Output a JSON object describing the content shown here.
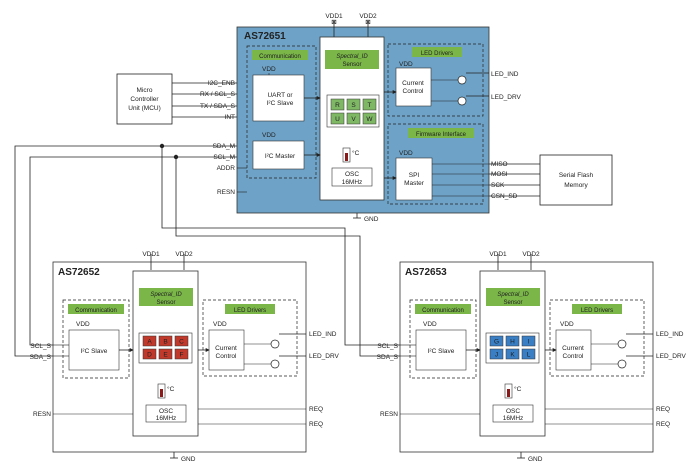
{
  "chips": {
    "master": {
      "title": "AS72651",
      "vdd1": "VDD1",
      "vdd2": "VDD2",
      "gnd": "GND",
      "communication_label": "Communication",
      "uart_vdd": "VDD",
      "uart_line1": "UART or",
      "uart_line2": "I²C Slave",
      "i2c_master_vdd": "VDD",
      "i2c_master_label": "I²C Master",
      "sensor_line1": "Spectral_ID",
      "sensor_line2": "Sensor",
      "channels": [
        "R",
        "S",
        "T",
        "U",
        "V",
        "W"
      ],
      "temp_label": "°C",
      "osc_line1": "OSC",
      "osc_line2": "16MHz",
      "led_drivers_label": "LED Drivers",
      "led_vdd": "VDD",
      "current_line1": "Current",
      "current_line2": "Control",
      "led_ind": "LED_IND",
      "led_drv": "LED_DRV",
      "firmware_label": "Firmware Interface",
      "spi_vdd": "VDD",
      "spi_line1": "SPI",
      "spi_line2": "Master",
      "left_pins": [
        "I2C_ENB",
        "RX / SCL_S",
        "TX / SDA_S",
        "INT",
        "SDA_M",
        "SCL_M",
        "ADDR",
        "RESN"
      ],
      "right_pins": [
        "MISO",
        "MOSI",
        "SCK",
        "CSN_SD"
      ]
    },
    "slave_left": {
      "title": "AS72652",
      "vdd1": "VDD1",
      "vdd2": "VDD2",
      "gnd": "GND",
      "communication_label": "Communication",
      "slave_vdd": "VDD",
      "slave_label": "I²C Slave",
      "sensor_line1": "Spectral_ID",
      "sensor_line2": "Sensor",
      "channels": [
        "A",
        "B",
        "C",
        "D",
        "E",
        "F"
      ],
      "temp_label": "°C",
      "osc_line1": "OSC",
      "osc_line2": "16MHz",
      "led_drivers_label": "LED Drivers",
      "led_vdd": "VDD",
      "current_line1": "Current",
      "current_line2": "Control",
      "led_ind": "LED_IND",
      "led_drv": "LED_DRV",
      "left_pins": [
        "SCL_S",
        "SDA_S",
        "RESN"
      ],
      "right_pins": [
        "REQ",
        "REQ"
      ]
    },
    "slave_right": {
      "title": "AS72653",
      "vdd1": "VDD1",
      "vdd2": "VDD2",
      "gnd": "GND",
      "communication_label": "Communication",
      "slave_vdd": "VDD",
      "slave_label": "I²C Slave",
      "sensor_line1": "Spectral_ID",
      "sensor_line2": "Sensor",
      "channels": [
        "G",
        "H",
        "I",
        "J",
        "K",
        "L"
      ],
      "temp_label": "°C",
      "osc_line1": "OSC",
      "osc_line2": "16MHz",
      "led_drivers_label": "LED Drivers",
      "led_vdd": "VDD",
      "current_line1": "Current",
      "current_line2": "Control",
      "led_ind": "LED_IND",
      "led_drv": "LED_DRV",
      "left_pins": [
        "SCL_S",
        "SDA_S",
        "RESN"
      ],
      "right_pins": [
        "REQ",
        "REQ"
      ]
    }
  },
  "mcu": {
    "line1": "Micro",
    "line2": "Controller",
    "line3": "Unit (MCU)"
  },
  "flash": {
    "line1": "Serial Flash",
    "line2": "Memory"
  },
  "colors": {
    "master_bg": "#6ea3c7",
    "channel_master": "#7fb865",
    "channel_slave_left": "#c0392b",
    "channel_slave_right": "#3a7fc4",
    "green_label_bg": "#7ab648"
  }
}
